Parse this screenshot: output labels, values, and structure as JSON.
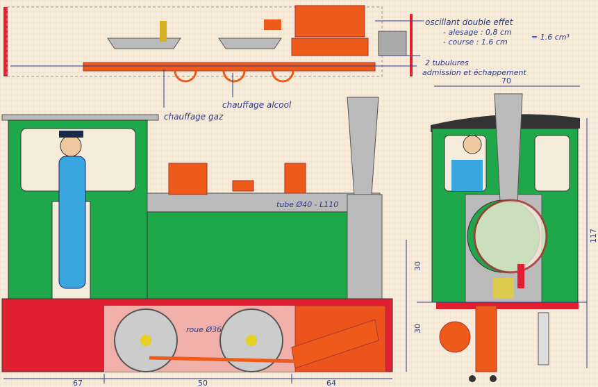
{
  "annotations": {
    "cylinder_title": "oscillant double effet",
    "bore": "- alesage : 0,8 cm",
    "stroke": "- course : 1.6 cm",
    "displacement": "= 1.6 cm³",
    "tubes_count": "2 tubulures",
    "tubes_use": "admission et échappement",
    "heating_alcohol": "chauffage alcool",
    "heating_gas": "chauffage gaz",
    "boiler_tube": "tube Ø40 - L110",
    "wheel": "roue Ø36"
  },
  "dimensions": {
    "front_width": "70",
    "front_height": "117",
    "upper_height": "30",
    "lower_height": "30",
    "rear_length": "67",
    "wheelbase": "50",
    "front_length": "64"
  },
  "colors": {
    "paper": "#f6ecdc",
    "grid": "#e9c9a6",
    "green": "#1fa84a",
    "orange": "#ee5a1a",
    "red": "#e02030",
    "grey": "#b8b8b8",
    "blue": "#3aa6e0",
    "ink": "#2a3a8a"
  }
}
